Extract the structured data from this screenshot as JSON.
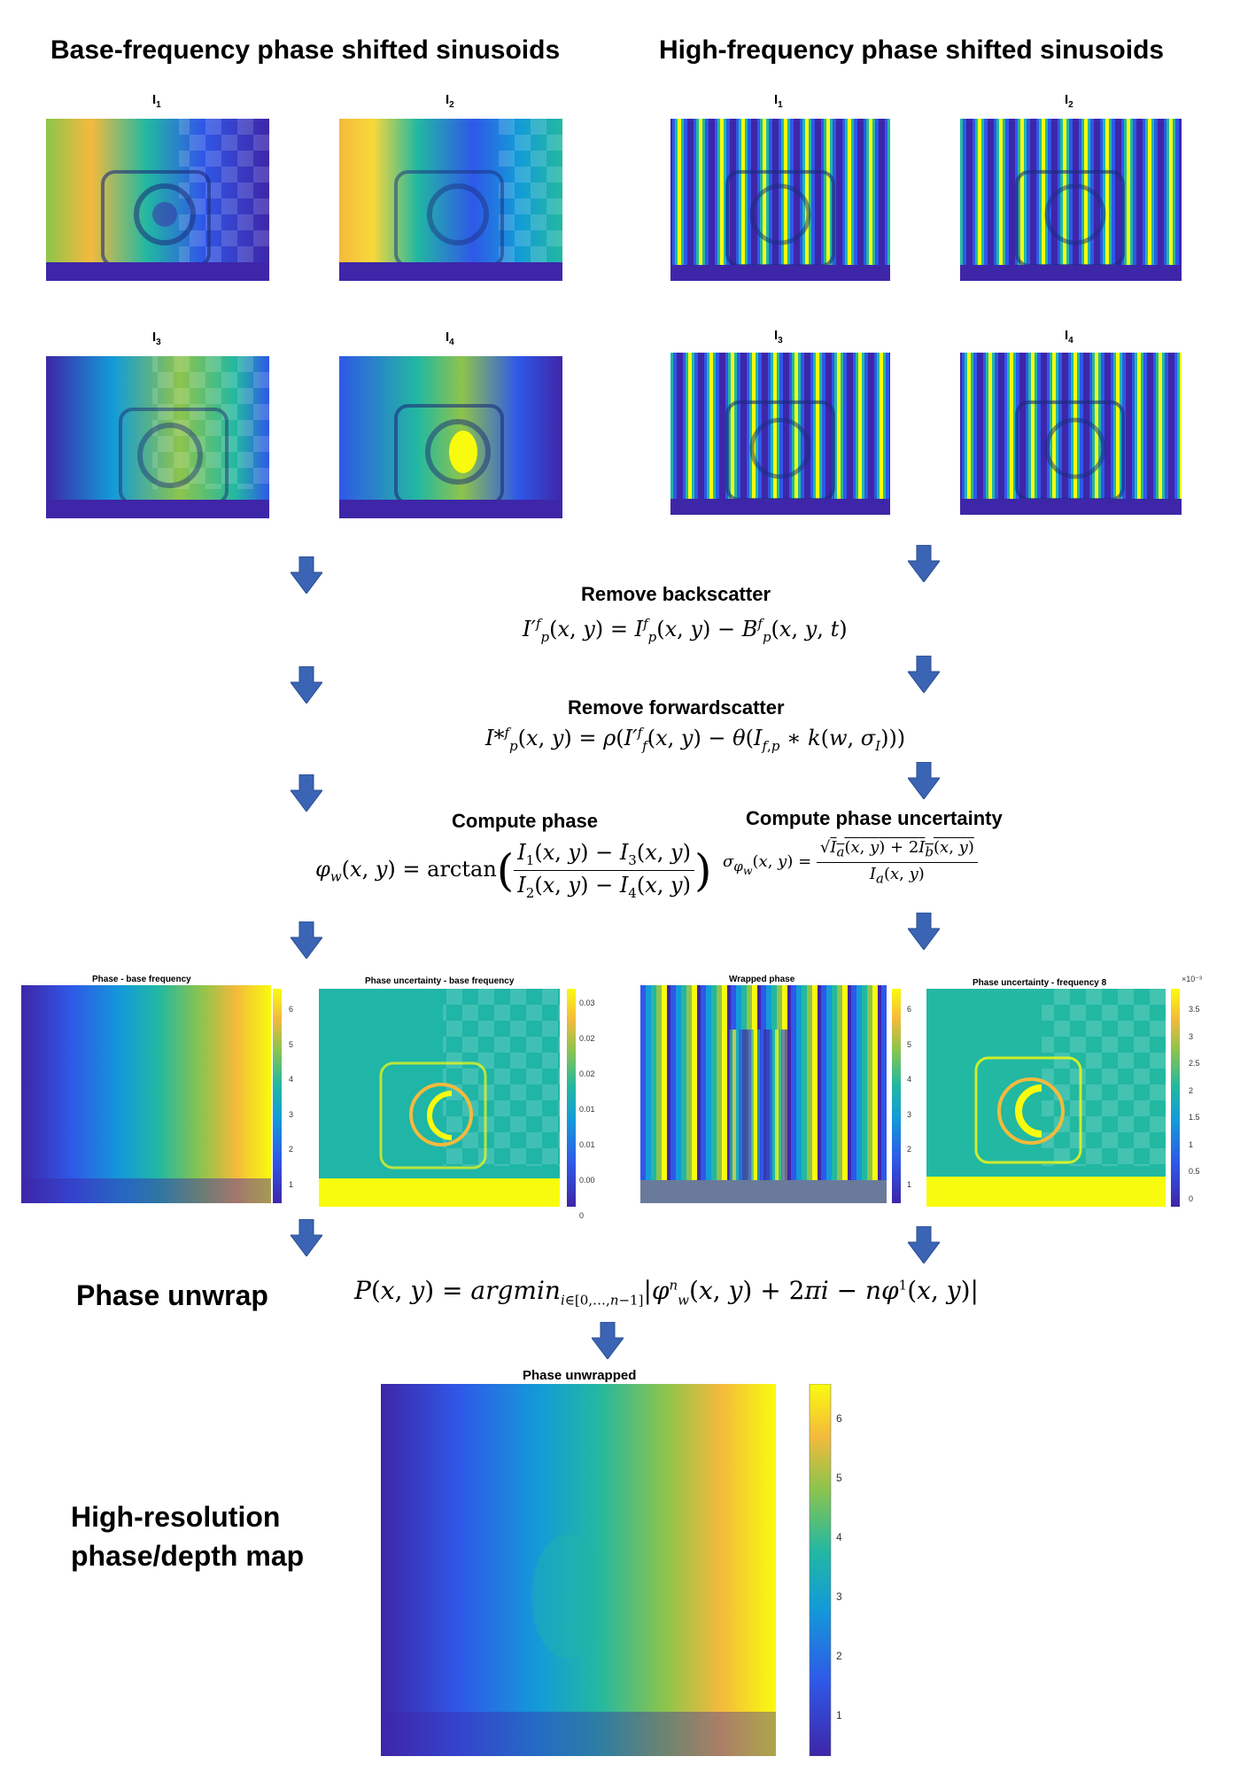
{
  "headings": {
    "base": "Base-frequency phase shifted sinusoids",
    "high": "High-frequency phase shifted sinusoids"
  },
  "intensity_labels": {
    "i1": {
      "main": "I",
      "sub": "1"
    },
    "i2": {
      "main": "I",
      "sub": "2"
    },
    "i3": {
      "main": "I",
      "sub": "3"
    },
    "i4": {
      "main": "I",
      "sub": "4"
    }
  },
  "steps": {
    "backscatter": "Remove backscatter",
    "forwardscatter": "Remove forwardscatter",
    "phase": "Compute phase",
    "uncertainty": "Compute phase uncertainty"
  },
  "equations": {
    "backscatter": "I′ₚᶠ(x, y) = Iₚᶠ(x, y) − Bₚᶠ(x, y, t)",
    "forwardscatter": "I*ₚᶠ(x, y) = ρ(I′f f(x, y) − θ(If,p ∗ k(w, σI)))",
    "phase_lhs": "φw(x, y) = arctan",
    "phase_num": "I1(x, y) − I3(x, y)",
    "phase_den": "I2(x, y) − I4(x, y)",
    "unc_lhs": "σφw(x, y) =",
    "unc_num": "√(Ia(x, y) + 2Ib(x, y))",
    "unc_den": "Ia(x, y)",
    "unwrap": "P(x, y) = argmin i∈[0,…,n−1] |φwn(x, y) + 2πi − nφ1(x, y)|"
  },
  "result_panels": {
    "phase_base": {
      "title": "Phase - base frequency",
      "ticks": [
        "6",
        "5",
        "4",
        "3",
        "2",
        "1"
      ]
    },
    "unc_base": {
      "title": "Phase uncertainty - base frequency",
      "ticks": [
        "0.03",
        "0.02",
        "0.02",
        "0.01",
        "0.01",
        "0.00",
        "0"
      ]
    },
    "wrapped": {
      "title": "Wrapped phase",
      "ticks": [
        "6",
        "5",
        "4",
        "3",
        "2",
        "1"
      ]
    },
    "unc_f8": {
      "title": "Phase uncertainty - frequency 8",
      "exponent": "×10⁻³",
      "ticks": [
        "3.5",
        "3",
        "2.5",
        "2",
        "1.5",
        "1",
        "0.5",
        "0"
      ]
    }
  },
  "unwrap_label": "Phase unwrap",
  "final": {
    "title": "Phase unwrapped",
    "label_line1": "High-resolution",
    "label_line2": "phase/depth map",
    "ticks": [
      "6",
      "5",
      "4",
      "3",
      "2",
      "1"
    ]
  },
  "colors": {
    "arrow": "#3b64b4",
    "viridis_dark": "#3e26a8",
    "viridis_yellow": "#f9fb0e",
    "teal": "#1fb5a7"
  }
}
